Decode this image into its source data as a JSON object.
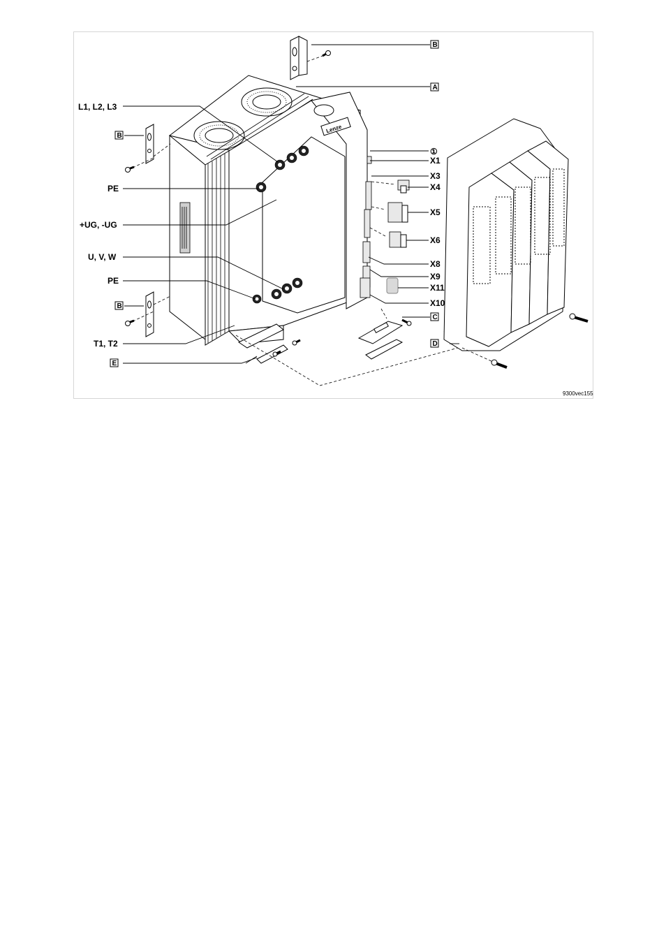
{
  "labels_left": [
    {
      "id": "l1l2l3",
      "text": "L1, L2, L3"
    },
    {
      "id": "pe-top",
      "text": "PE"
    },
    {
      "id": "ug",
      "text": "+UG, -UG"
    },
    {
      "id": "uvw",
      "text": "U, V, W"
    },
    {
      "id": "pe-bottom",
      "text": "PE"
    },
    {
      "id": "t1t2",
      "text": "T1, T2"
    }
  ],
  "labels_right": [
    {
      "id": "circle1",
      "text": "①"
    },
    {
      "id": "x1",
      "text": "X1"
    },
    {
      "id": "x3",
      "text": "X3"
    },
    {
      "id": "x4",
      "text": "X4"
    },
    {
      "id": "x5",
      "text": "X5"
    },
    {
      "id": "x6",
      "text": "X6"
    },
    {
      "id": "x8",
      "text": "X8"
    },
    {
      "id": "x9",
      "text": "X9"
    },
    {
      "id": "x11",
      "text": "X11"
    },
    {
      "id": "x10",
      "text": "X10"
    }
  ],
  "box_labels": {
    "b_top": "B",
    "a": "A",
    "b_left": "B",
    "b_lower": "B",
    "c": "C",
    "d": "D",
    "e": "E"
  },
  "brand": "Lenze",
  "figure_code": "9300vec155"
}
